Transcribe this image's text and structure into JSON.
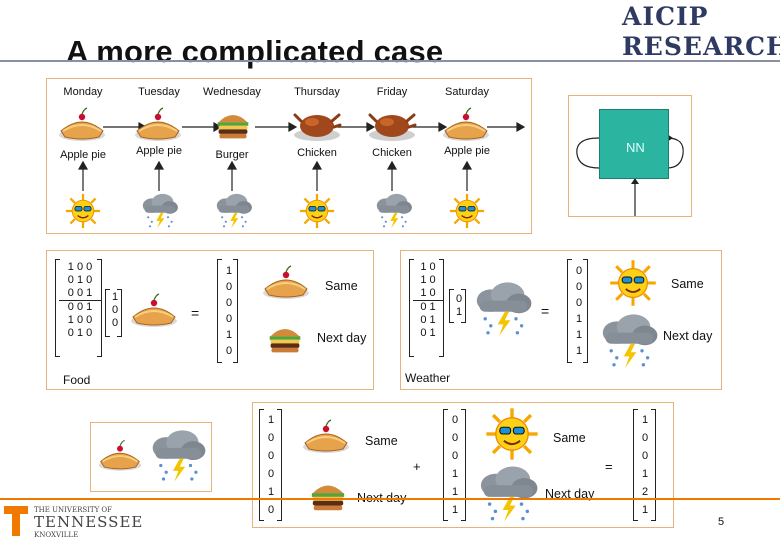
{
  "slide": {
    "title": "A more complicated case",
    "logo": {
      "line1": "AICIP",
      "line2": "RESEARCH"
    },
    "page_number": "5",
    "footer": {
      "university_line1": "THE UNIVERSITY OF",
      "university_line2": "TENNESSEE",
      "university_line3": "KNOXVILLE"
    }
  },
  "sequence": {
    "days": [
      "Monday",
      "Tuesday",
      "Wednesday",
      "Thursday",
      "Friday",
      "Saturday"
    ],
    "foods": [
      "Apple pie",
      "Apple pie",
      "Burger",
      "Chicken",
      "Chicken",
      "Apple pie"
    ],
    "food_icons": [
      "pie-icon",
      "pie-icon",
      "burger-icon",
      "chicken-icon",
      "chicken-icon",
      "pie-icon"
    ],
    "weather_icons": [
      "sun-icon",
      "rain-icon",
      "rain-icon",
      "sun-icon",
      "rain-icon",
      "sun-icon"
    ]
  },
  "nn": {
    "label": "NN"
  },
  "food_panel": {
    "caption": "Food",
    "matrix": [
      [
        "1",
        "0",
        "0"
      ],
      [
        "0",
        "1",
        "0"
      ],
      [
        "0",
        "0",
        "1"
      ],
      [
        "0",
        "0",
        "1"
      ],
      [
        "1",
        "0",
        "0"
      ],
      [
        "0",
        "1",
        "0"
      ]
    ],
    "input_vector": [
      "1",
      "0",
      "0"
    ],
    "equals": "=",
    "output_vector": [
      "1",
      "0",
      "0",
      "0",
      "1",
      "0"
    ],
    "label_same": "Same",
    "label_next": "Next day"
  },
  "weather_panel": {
    "caption": "Weather",
    "matrix": [
      [
        "1",
        "0"
      ],
      [
        "1",
        "0"
      ],
      [
        "1",
        "0"
      ],
      [
        "0",
        "1"
      ],
      [
        "0",
        "1"
      ],
      [
        "0",
        "1"
      ]
    ],
    "input_vector": [
      "0",
      "1"
    ],
    "equals": "=",
    "output_vector": [
      "0",
      "0",
      "0",
      "1",
      "1",
      "1"
    ],
    "label_same": "Same",
    "label_next": "Next day"
  },
  "sum_panel": {
    "food_vector": [
      "1",
      "0",
      "0",
      "0",
      "1",
      "0"
    ],
    "weather_vector": [
      "0",
      "0",
      "0",
      "1",
      "1",
      "1"
    ],
    "result_vector": [
      "1",
      "0",
      "0",
      "1",
      "2",
      "1"
    ],
    "plus": "+",
    "equals": "=",
    "label_same_1": "Same",
    "label_next_1": "Next day",
    "label_same_2": "Same",
    "label_next_2": "Next day"
  },
  "colors": {
    "panel_border": "#e7b37c",
    "nn_fill": "#2bb5a0",
    "logo": "#2f3a63",
    "ut_orange": "#f07a00"
  }
}
